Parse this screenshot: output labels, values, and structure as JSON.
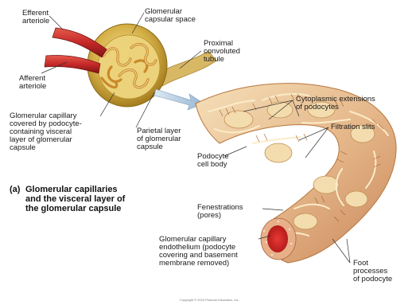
{
  "labels": {
    "efferent": "Efferent\narteriole",
    "afferent": "Afferent\narteriole",
    "glomerular_space": "Glomerular\ncapsular space",
    "proximal_tubule": "Proximal\nconvoluted\ntubule",
    "capillary_covered": "Glomerular capillary\ncovered by podocyte-\ncontaining visceral\nlayer of glomerular\ncapsule",
    "parietal": "Parietal layer\nof glomerular\ncapsule",
    "cytoplasmic": "Cytoplasmic extensions\nof podocytes",
    "filtration_slits": "Filtration slits",
    "podocyte_body": "Podocyte\ncell body",
    "fenestrations": "Fenestrations\n(pores)",
    "endothelium": "Glomerular capillary\nendothelium (podocyte\ncovering and basement\nmembrane removed)",
    "foot_processes": "Foot\nprocesses\nof podocyte"
  },
  "caption": {
    "letter": "(a)",
    "text": "Glomerular capillaries\nand the visceral layer of\nthe glomerular capsule"
  },
  "copyright": "Copyright © 2010 Pearson Education, Inc.",
  "colors": {
    "artery": "#c62828",
    "capsule": "#c79a2a",
    "capsule_light": "#e8cf7a",
    "capillary": "#d9a07a",
    "podocyte": "#f3dcae",
    "arrow": "#a9c4dc"
  }
}
